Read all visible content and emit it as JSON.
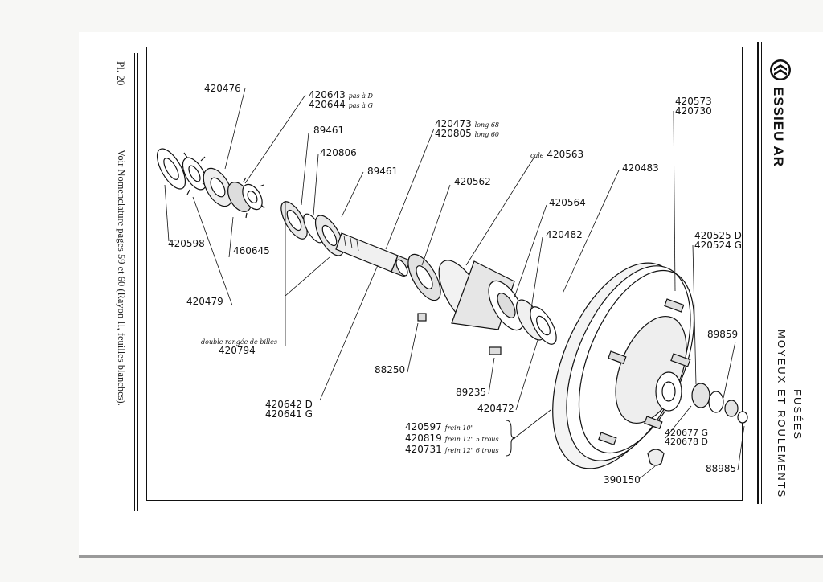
{
  "plate": {
    "number": "Pl. 20",
    "see_also": "Voir Nomenclature pages 59 et 60 (Rayon II, feuilles blanches)."
  },
  "header": {
    "title": "ESSIEU AR",
    "subtitle_1": "FUSÉES",
    "subtitle_2": "MOYEUX ET ROULEMENTS",
    "logo": "citroen-double-chevron-logo"
  },
  "parts": [
    {
      "id": "p1",
      "text": "420476"
    },
    {
      "id": "p2a",
      "text": "420643",
      "note": "pas à D"
    },
    {
      "id": "p2b",
      "text": "420644",
      "note": "pas à G"
    },
    {
      "id": "p3",
      "text": "89461"
    },
    {
      "id": "p4",
      "text": "420806"
    },
    {
      "id": "p5",
      "text": "89461"
    },
    {
      "id": "p6a",
      "text": "420473",
      "note": "long 68"
    },
    {
      "id": "p6b",
      "text": "420805",
      "note": "long 60"
    },
    {
      "id": "p7",
      "text": "420563",
      "note": "cale"
    },
    {
      "id": "p8",
      "text": "420562"
    },
    {
      "id": "p9",
      "text": "420483"
    },
    {
      "id": "p10",
      "text": "420564"
    },
    {
      "id": "p11",
      "text": "420482"
    },
    {
      "id": "p12a",
      "text": "420573"
    },
    {
      "id": "p12b",
      "text": "420730"
    },
    {
      "id": "p13a",
      "text": "420525 D"
    },
    {
      "id": "p13b",
      "text": "420524 G"
    },
    {
      "id": "p14",
      "text": "420598"
    },
    {
      "id": "p15",
      "text": "460645"
    },
    {
      "id": "p16",
      "text": "420479"
    },
    {
      "id": "p17",
      "text": "420794",
      "note": "double rangée de billes"
    },
    {
      "id": "p18",
      "text": "88250"
    },
    {
      "id": "p19a",
      "text": "420642 D"
    },
    {
      "id": "p19b",
      "text": "420641 G"
    },
    {
      "id": "p20",
      "text": "89235"
    },
    {
      "id": "p21",
      "text": "420472"
    },
    {
      "id": "p22",
      "text": "89859"
    },
    {
      "id": "p23a",
      "text": "420677 G"
    },
    {
      "id": "p23b",
      "text": "420678 D"
    },
    {
      "id": "p24a",
      "text": "420597",
      "note": "frein 10\""
    },
    {
      "id": "p24b",
      "text": "420819",
      "note": "frein 12\" 5 trous"
    },
    {
      "id": "p24c",
      "text": "420731",
      "note": "frein 12\" 6 trous"
    },
    {
      "id": "p25",
      "text": "390150"
    },
    {
      "id": "p26",
      "text": "88985"
    }
  ]
}
